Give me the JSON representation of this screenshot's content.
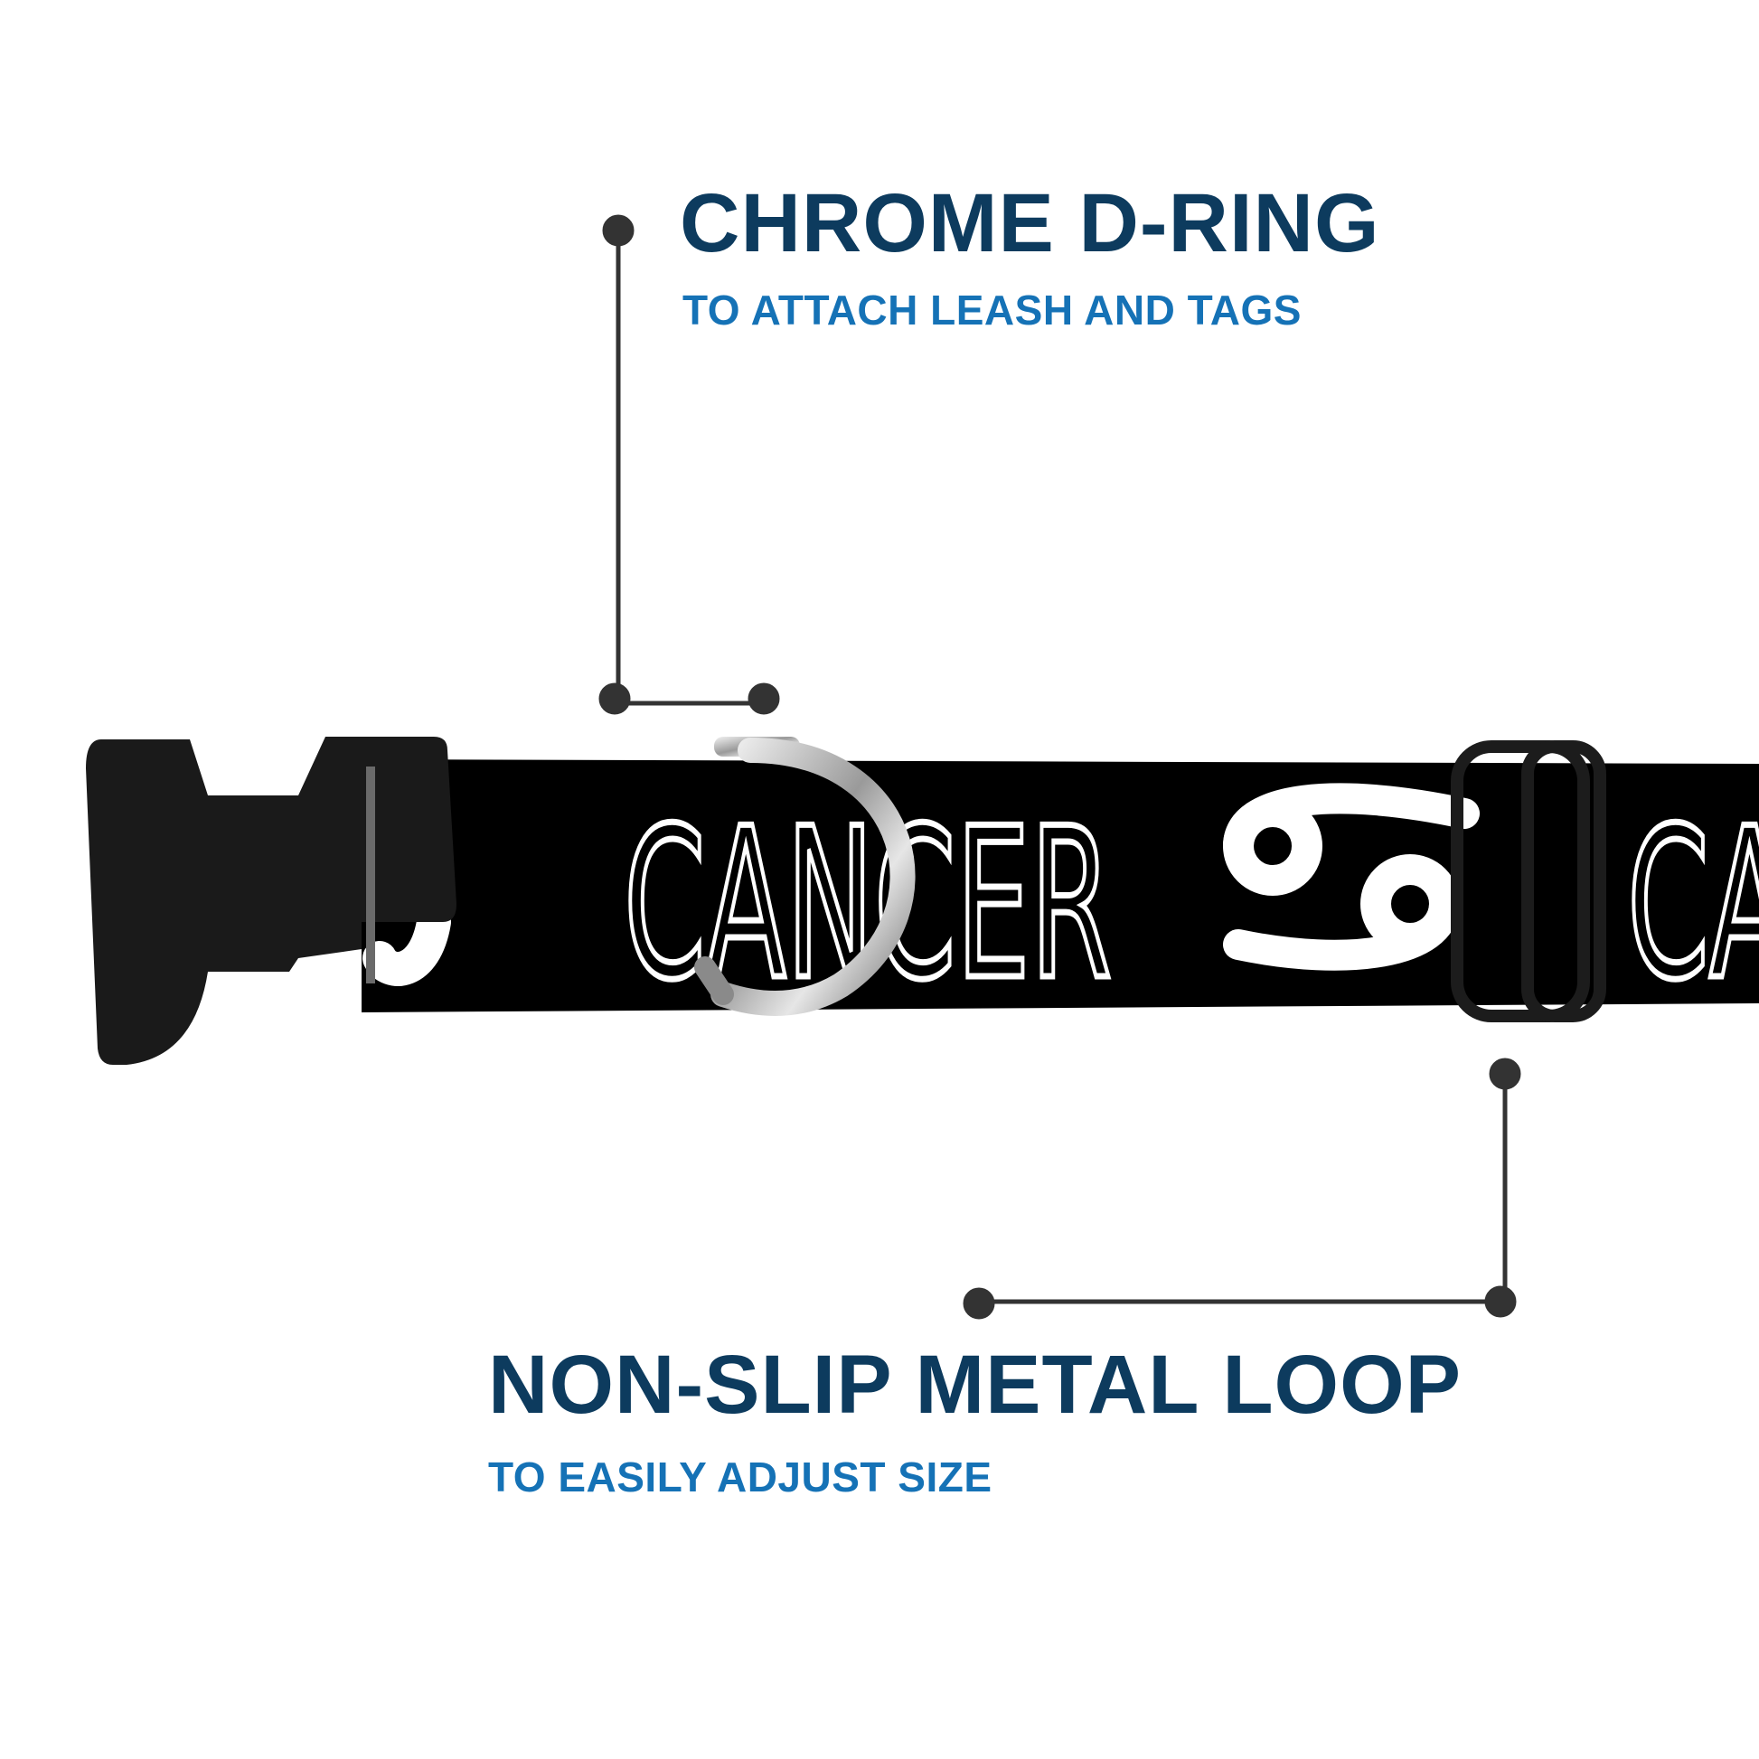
{
  "callouts": {
    "d_ring": {
      "title": "CHROME D-RING",
      "subtitle": "TO ATTACH LEASH AND TAGS"
    },
    "loop": {
      "title": "NON-SLIP METAL LOOP",
      "subtitle": "TO EASILY ADJUST SIZE"
    }
  },
  "collar": {
    "pattern_text_1": "CANCER",
    "pattern_text_2": "CA",
    "zodiac_symbol": "♋"
  },
  "colors": {
    "title": "#0d3b5e",
    "subtitle": "#1572b6",
    "collar": "#000000",
    "pattern": "#ffffff",
    "leader": "#333333"
  },
  "icons": [
    "buckle-icon",
    "d-ring-icon",
    "slider-loop-icon",
    "zodiac-symbol"
  ]
}
